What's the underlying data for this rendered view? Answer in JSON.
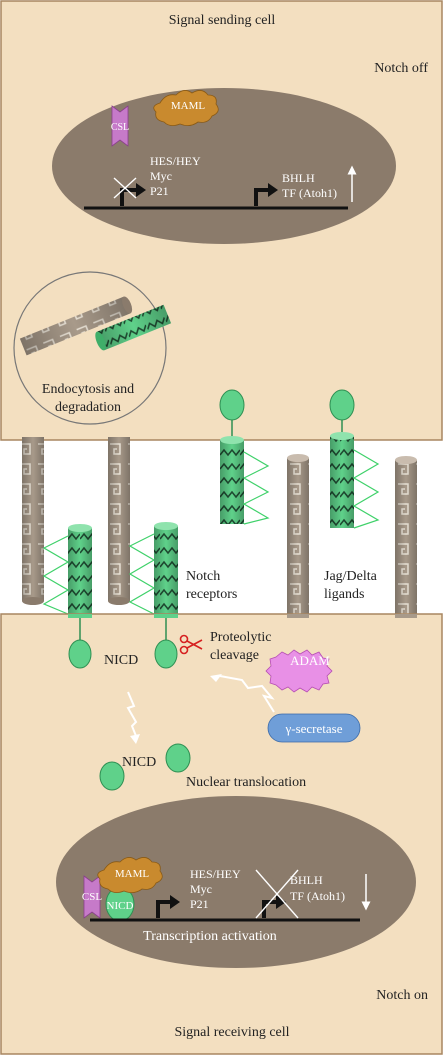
{
  "sending_cell": {
    "title": "Signal sending cell",
    "state": "Notch off",
    "maml": "MAML",
    "csl": "CSL",
    "targets_off": [
      "HES/HEY",
      "Myc",
      "P21"
    ],
    "targets_up": [
      "BHLH",
      "TF (Atoh1)"
    ],
    "endocytosis": [
      "Endocytosis and",
      "degradation"
    ]
  },
  "membrane_zone": {
    "notch_label": [
      "Notch",
      "receptors"
    ],
    "ligand_label": [
      "Jag/Delta",
      "ligands"
    ]
  },
  "receiving_cell": {
    "nicd": "NICD",
    "cleavage": [
      "Proteolytic",
      "cleavage"
    ],
    "adam": "ADAM",
    "gamma": "γ-secretase",
    "nicd_free": "NICD",
    "translocation": "Nuclear translocation",
    "maml": "MAML",
    "csl": "CSL",
    "nicd_bound": "NICD",
    "targets_on": [
      "HES/HEY",
      "Myc",
      "P21"
    ],
    "targets_down": [
      "BHLH",
      "TF (Atoh1)"
    ],
    "transcription": "Transcription activation",
    "state": "Notch on",
    "title": "Signal receiving cell"
  },
  "colors": {
    "cell": "#f3dfc0",
    "cell_border": "#a88660",
    "nucleus": "#8b7b6b",
    "notch_green": "#5fd18a",
    "ligand_brown": "#a89a8a",
    "maml": "#c98a2e",
    "csl": "#c67ac9",
    "adam": "#e890e6",
    "gamma": "#6f9ed8"
  }
}
